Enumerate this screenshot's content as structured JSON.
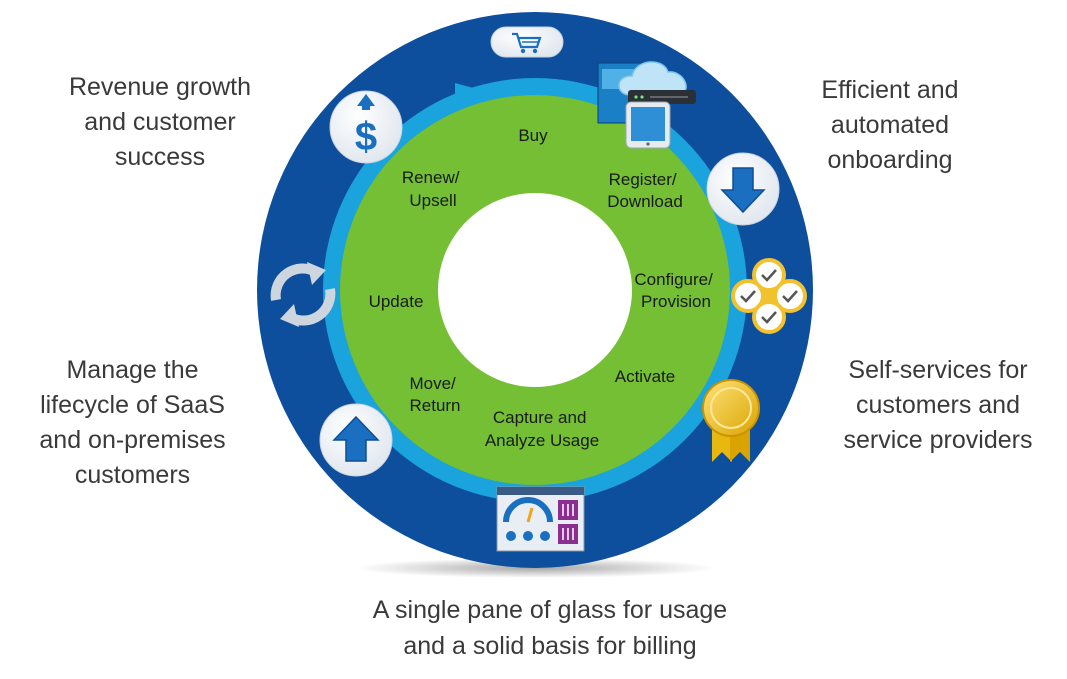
{
  "side_texts": {
    "top_left": [
      "Revenue growth",
      "and customer",
      "success"
    ],
    "top_right": [
      "Efficient and",
      "automated",
      "onboarding"
    ],
    "mid_left": [
      "Manage the",
      "lifecycle of SaaS",
      "and on-premises",
      "customers"
    ],
    "mid_right": [
      "Self-services for",
      "customers and",
      "service providers"
    ],
    "bottom": [
      "A single pane of glass for usage",
      "and a solid basis for billing"
    ]
  },
  "stages": {
    "buy": [
      "Buy"
    ],
    "register": [
      "Register/",
      "Download"
    ],
    "configure": [
      "Configure/",
      "Provision"
    ],
    "activate": [
      "Activate"
    ],
    "capture": [
      "Capture and",
      "Analyze Usage"
    ],
    "move": [
      "Move/",
      "Return"
    ],
    "update": [
      "Update"
    ],
    "renew": [
      "Renew/",
      "Upsell"
    ]
  },
  "colors": {
    "outer_ring": "#0d4f9c",
    "cycle_ring": "#1aa3dc",
    "inner_ring": "#74bf33",
    "text": "#3a3a3a"
  },
  "icons": [
    "shopping-cart-icon",
    "cloud-server-icon",
    "download-arrow-icon",
    "checklist-icon",
    "award-ribbon-icon",
    "dashboard-icon",
    "upload-arrow-icon",
    "refresh-icon",
    "dollar-up-icon"
  ]
}
